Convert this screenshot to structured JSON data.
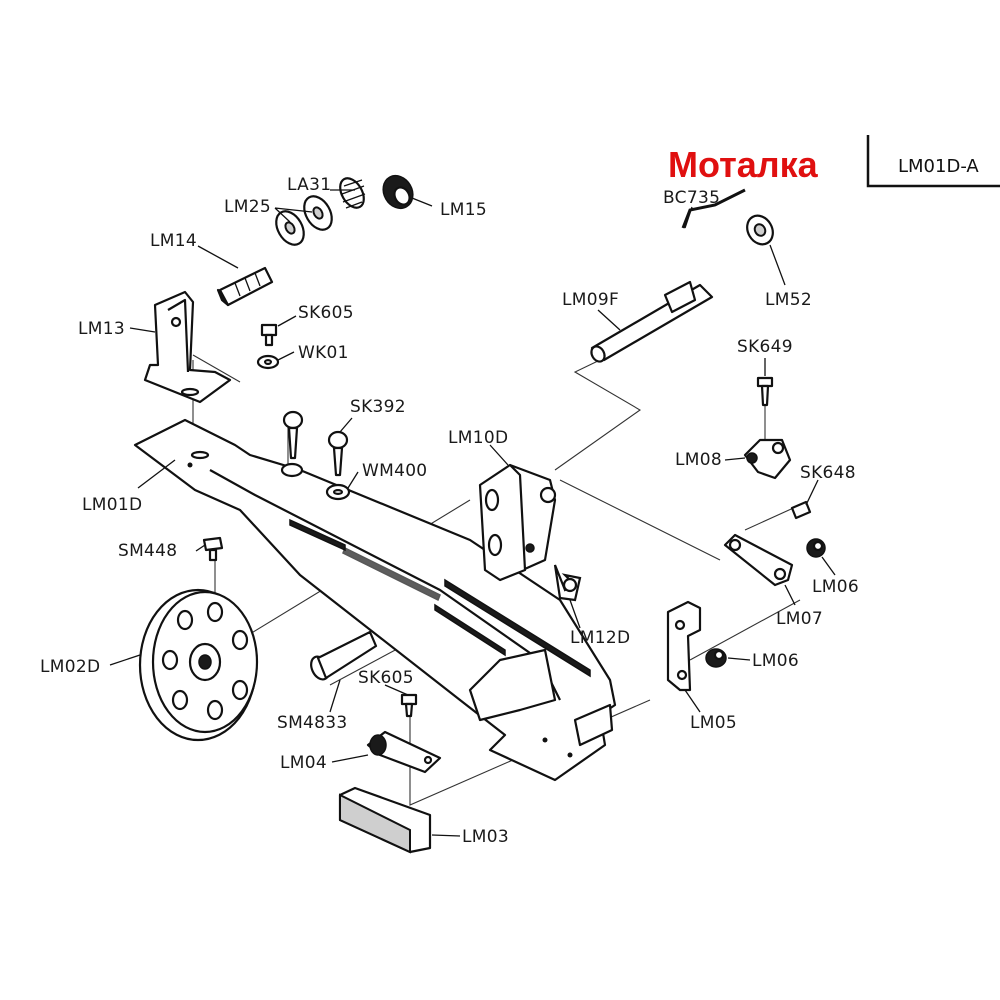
{
  "title": "Моталка",
  "code": "LM01D-A",
  "labels": {
    "bc735": "BC735",
    "la31": "LA31",
    "lm25": "LM25",
    "lm15": "LM15",
    "lm14": "LM14",
    "lm13": "LM13",
    "sk605_top": "SK605",
    "wk01": "WK01",
    "sk392": "SK392",
    "wm400": "WM400",
    "lm01d": "LM01D",
    "lm09f": "LM09F",
    "lm52": "LM52",
    "sk649": "SK649",
    "lm10d": "LM10D",
    "lm08": "LM08",
    "sk648": "SK648",
    "sm448": "SM448",
    "lm06_a": "LM06",
    "lm07": "LM07",
    "lm12d": "LM12D",
    "lm02d": "LM02D",
    "lm06_b": "LM06",
    "sk605_bottom": "SK605",
    "sm4833": "SM4833",
    "lm05": "LM05",
    "lm04": "LM04",
    "lm03": "LM03"
  }
}
